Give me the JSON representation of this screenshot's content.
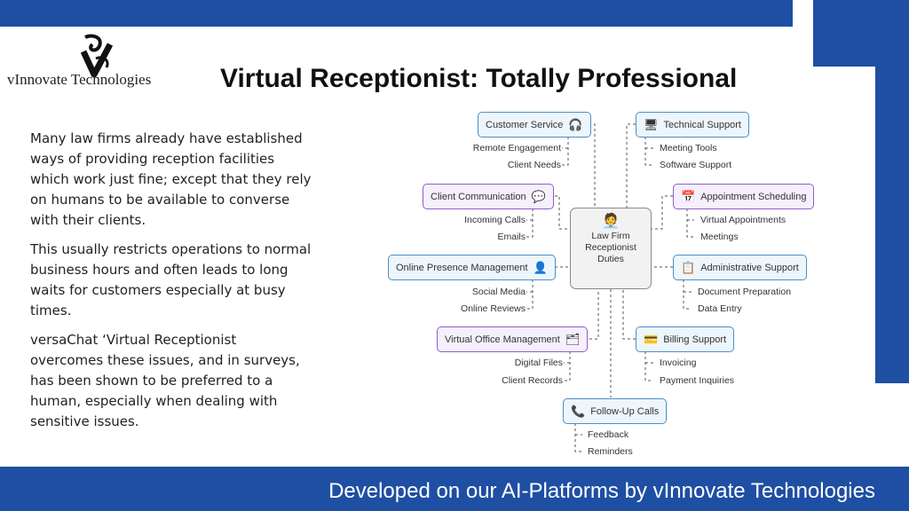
{
  "logo_text": "vInnovate Technologies",
  "title": "Virtual Receptionist: Totally Professional",
  "paragraphs": [
    "Many law firms already have established ways of providing reception facilities which work just fine; except that they rely on humans to be available to converse with their clients.",
    "This usually restricts operations to normal business hours and often leads to long waits for customers especially at busy times.",
    "versaChat ‘Virtual Receptionist overcomes these issues, and in surveys, has been shown to be preferred to a human, especially when dealing with sensitive issues."
  ],
  "center": {
    "line1": "Law Firm",
    "line2": "Receptionist",
    "line3": "Duties"
  },
  "left_nodes": [
    {
      "label": "Customer Service",
      "subs": [
        "Remote Engagement",
        "Client Needs"
      ]
    },
    {
      "label": "Client Communication",
      "subs": [
        "Incoming Calls",
        "Emails"
      ]
    },
    {
      "label": "Online Presence Management",
      "subs": [
        "Social Media",
        "Online Reviews"
      ]
    },
    {
      "label": "Virtual Office Management",
      "subs": [
        "Digital Files",
        "Client Records"
      ]
    }
  ],
  "right_nodes": [
    {
      "label": "Technical Support",
      "subs": [
        "Meeting Tools",
        "Software Support"
      ]
    },
    {
      "label": "Appointment Scheduling",
      "subs": [
        "Virtual Appointments",
        "Meetings"
      ]
    },
    {
      "label": "Administrative Support",
      "subs": [
        "Document Preparation",
        "Data Entry"
      ]
    },
    {
      "label": "Billing Support",
      "subs": [
        "Invoicing",
        "Payment Inquiries"
      ]
    }
  ],
  "bottom_node": {
    "label": "Follow-Up Calls",
    "subs": [
      "Feedback",
      "Reminders"
    ]
  },
  "footer": "Developed on our AI-Platforms by vInnovate Technologies",
  "colors": {
    "brand_blue": "#1e4fa3",
    "node_blue": "#4a90c8",
    "node_purple": "#8e5fc7"
  }
}
